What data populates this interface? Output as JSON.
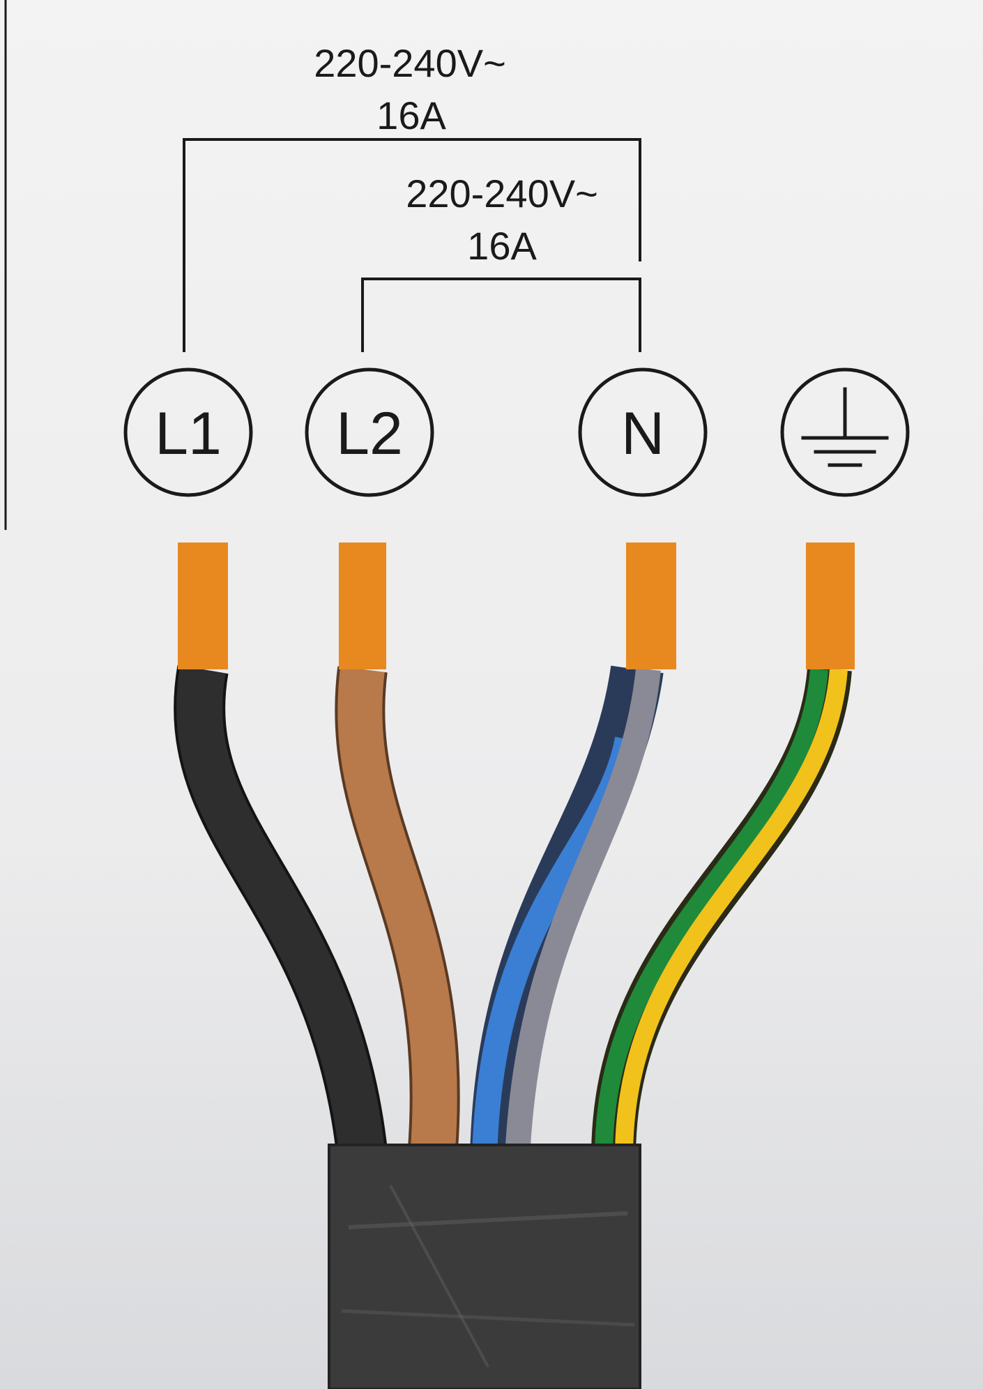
{
  "circuits": [
    {
      "voltage": "220-240V~",
      "current": "16A",
      "from": "L1",
      "to": "N"
    },
    {
      "voltage": "220-240V~",
      "current": "16A",
      "from": "L2",
      "to": "N"
    }
  ],
  "terminals": [
    {
      "label": "L1",
      "wire_colors": [
        "#2b2b2b"
      ]
    },
    {
      "label": "L2",
      "wire_colors": [
        "#b87a4a"
      ]
    },
    {
      "label": "N",
      "wire_colors": [
        "#3a7fd4",
        "#8a8a96"
      ]
    },
    {
      "label": "",
      "icon": "earth-ground-icon",
      "wire_colors": [
        "#1f8a3a",
        "#f1c21b"
      ]
    }
  ],
  "colors": {
    "paper": "#ecedee",
    "ink": "#1a1a1a",
    "strip": "#e8891f",
    "cable_sleeve": "#3b3b3b"
  }
}
